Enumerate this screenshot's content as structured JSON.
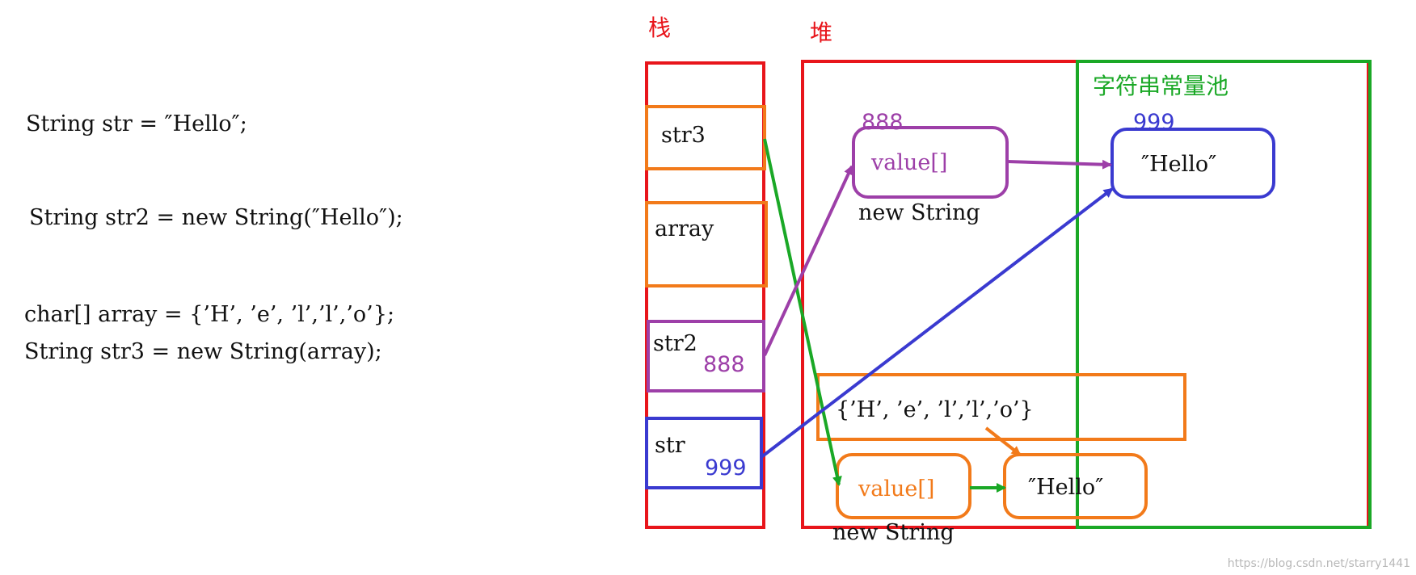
{
  "code": {
    "line1": "String str = ″Hello″;",
    "line2": "String str2 = new String(″Hello″);",
    "line3": "char[] array = {’H’, ’e’, ’l’,’l’,’o’};",
    "line4": "String str3 = new String(array);"
  },
  "regions": {
    "stack": "栈",
    "heap": "堆",
    "pool": "字符串常量池"
  },
  "stack_items": {
    "str3": "str3",
    "array": "array",
    "str2": "str2",
    "str2_addr": "888",
    "str": "str",
    "str_addr": "999"
  },
  "heap_items": {
    "addr_888": "888",
    "value_top": "value[]",
    "new_string_top": "new String",
    "char_array": "{’H’, ’e’, ’l’,’l’,’o’}",
    "value_bottom": "value[]",
    "new_string_bottom": "new String",
    "hello_copy": "″Hello″"
  },
  "pool_items": {
    "addr_999": "999",
    "hello": "″Hello″"
  },
  "colors": {
    "red": "#e8151b",
    "green": "#1aa826",
    "orange": "#f27a1a",
    "purple": "#9d3fa8",
    "blue": "#3a3ad0"
  },
  "watermark": "https://blog.csdn.net/starry1441"
}
